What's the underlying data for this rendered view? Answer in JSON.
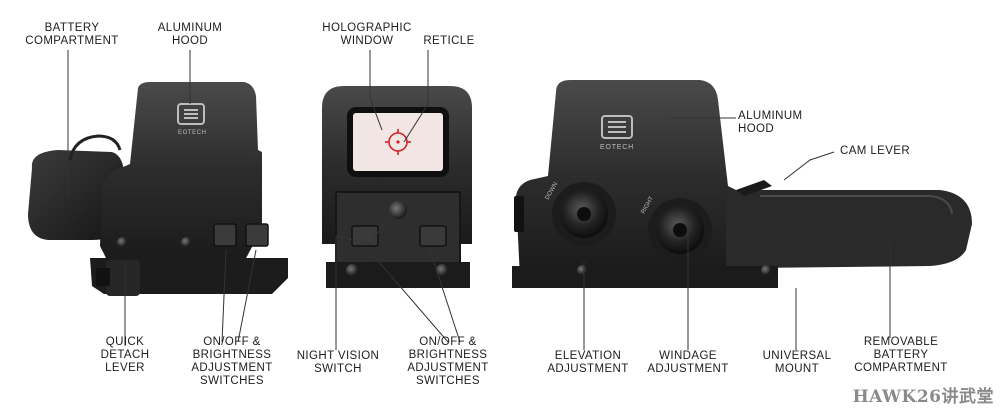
{
  "brand_text": "EOTECH",
  "callouts": {
    "battery_compartment": "BATTERY\nCOMPARTMENT",
    "aluminum_hood_left": "ALUMINUM\nHOOD",
    "holographic_window": "HOLOGRAPHIC\nWINDOW",
    "reticle": "RETICLE",
    "aluminum_hood_right": "ALUMINUM\nHOOD",
    "cam_lever": "CAM LEVER",
    "quick_detach_lever": "QUICK\nDETACH\nLEVER",
    "switches_left": "ON/OFF &\nBRIGHTNESS\nADJUSTMENT\nSWITCHES",
    "night_vision_switch": "NIGHT VISION\nSWITCH",
    "switches_front": "ON/OFF &\nBRIGHTNESS\nADJUSTMENT\nSWITCHES",
    "elevation_adjustment": "ELEVATION\nADJUSTMENT",
    "windage_adjustment": "WINDAGE\nADJUSTMENT",
    "universal_mount": "UNIVERSAL\nMOUNT",
    "removable_battery": "REMOVABLE\nBATTERY\nCOMPARTMENT"
  },
  "turret_labels": {
    "down": "DOWN",
    "right": "RIGHT"
  },
  "watermark": "HAWK26讲武堂",
  "colors": {
    "body": "#2b2b2b",
    "reticle": "#d8202a",
    "window": "#f1e6e4"
  }
}
